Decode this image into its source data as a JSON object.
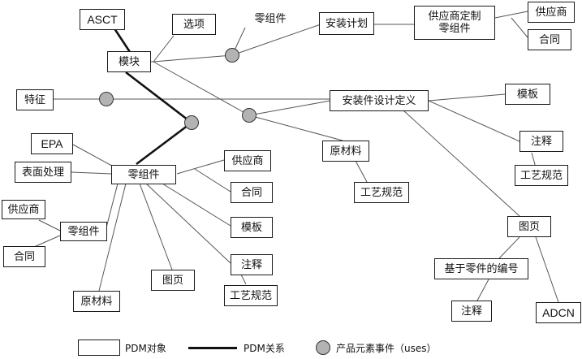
{
  "nodes": {
    "asct": "ASCT",
    "xuanxiang": "选项",
    "mokuai": "模块",
    "lingzujian_top": "零组件",
    "anzhuang_jihua": "安装计划",
    "gongyingshang_dingzhi": "供应商定制\n零组件",
    "gongyingshang_tr": "供应商",
    "hetong_tr": "合同",
    "tezheng": "特征",
    "anzhuangjian_sheji": "安装件设计定义",
    "muban_right": "模板",
    "epa": "EPA",
    "yuancailiao_mid": "原材料",
    "zhushi_right": "注释",
    "biaomian_chuli": "表面处理",
    "lingzujian_main": "零组件",
    "gongyingshang_mid": "供应商",
    "gongyi_guifan_right": "工艺规范",
    "gongyi_guifan_mid": "工艺规范",
    "hetong_mid": "合同",
    "gongyingshang_left": "供应商",
    "tuye_right": "图页",
    "lingzujian_left": "零组件",
    "muban_mid": "模板",
    "hetong_left": "合同",
    "zhushi_mid": "注释",
    "jiyu_lingjian_bianhao": "基于零件的编号",
    "tuye_mid": "图页",
    "gongyi_guifan_bottom": "工艺规范",
    "yuancailiao_bottom": "原材料",
    "zhushi_bottom": "注释",
    "adcn": "ADCN"
  },
  "legend": {
    "object_label": "PDM对象",
    "relation_label": "PDM关系",
    "event_label": "产品元素事件（uses）"
  },
  "colors": {
    "event_fill": "#b3b3b3",
    "stroke": "#111111",
    "thin_line": "#555555"
  }
}
